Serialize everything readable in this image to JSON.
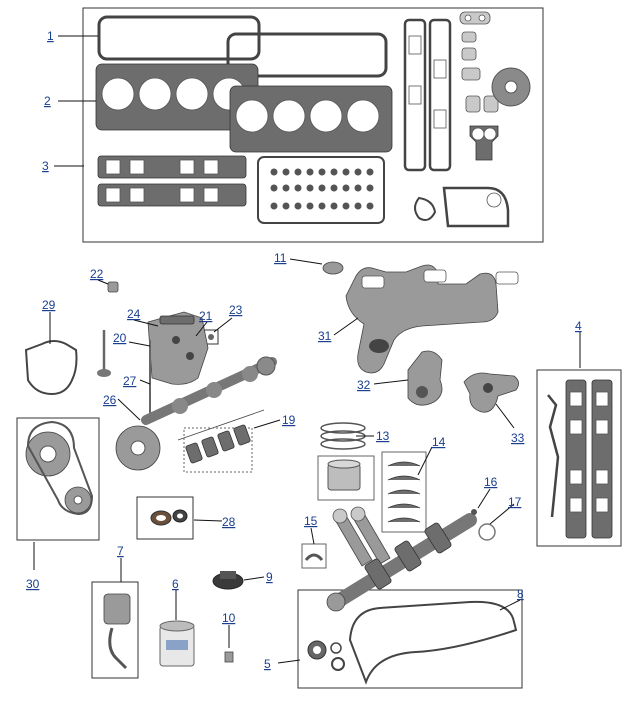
{
  "callouts": [
    {
      "id": "1",
      "label": "1"
    },
    {
      "id": "2",
      "label": "2"
    },
    {
      "id": "3",
      "label": "3"
    },
    {
      "id": "4",
      "label": "4"
    },
    {
      "id": "5",
      "label": "5"
    },
    {
      "id": "6",
      "label": "6"
    },
    {
      "id": "7",
      "label": "7"
    },
    {
      "id": "8",
      "label": "8"
    },
    {
      "id": "9",
      "label": "9"
    },
    {
      "id": "10",
      "label": "10"
    },
    {
      "id": "11",
      "label": "11"
    },
    {
      "id": "13",
      "label": "13"
    },
    {
      "id": "14",
      "label": "14"
    },
    {
      "id": "15",
      "label": "15"
    },
    {
      "id": "16",
      "label": "16"
    },
    {
      "id": "17",
      "label": "17"
    },
    {
      "id": "19",
      "label": "19"
    },
    {
      "id": "20",
      "label": "20"
    },
    {
      "id": "21",
      "label": "21"
    },
    {
      "id": "22",
      "label": "22"
    },
    {
      "id": "23",
      "label": "23"
    },
    {
      "id": "24",
      "label": "24"
    },
    {
      "id": "26",
      "label": "26"
    },
    {
      "id": "27",
      "label": "27"
    },
    {
      "id": "28",
      "label": "28"
    },
    {
      "id": "29",
      "label": "29"
    },
    {
      "id": "30",
      "label": "30"
    },
    {
      "id": "31",
      "label": "31"
    },
    {
      "id": "32",
      "label": "32"
    },
    {
      "id": "33",
      "label": "33"
    }
  ]
}
